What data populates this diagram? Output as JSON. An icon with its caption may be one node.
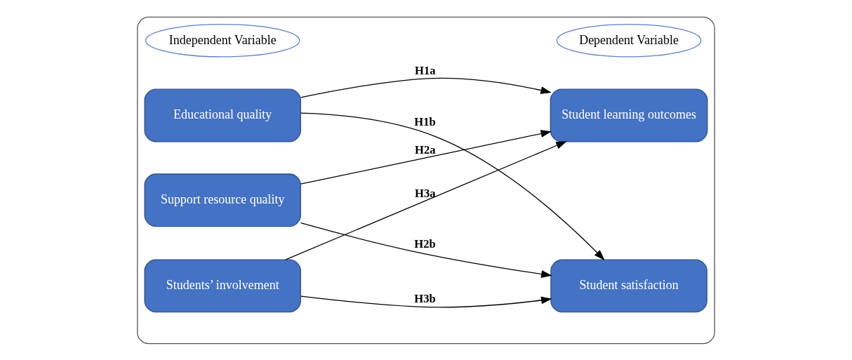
{
  "diagram": {
    "nodes": [
      {
        "text": [],
        "shape": "box"
      },
      {
        "text": [
          "Independent Variable"
        ],
        "in": 0
      },
      {
        "text": [
          "Dependent Variable"
        ],
        "in": 0
      },
      {
        "text": [
          "Educational quality"
        ],
        "in": 0
      },
      {
        "text": [
          "Support resource quality"
        ],
        "in": 0
      },
      {
        "text": [
          "Students’ involvement"
        ],
        "in": 0
      },
      {
        "text": [
          "Student learning outcomes"
        ],
        "in": 0
      },
      {
        "text": [
          "Student satisfaction"
        ],
        "in": 0
      }
    ],
    "edges": [
      {
        "from": 3,
        "to": 6,
        "arrow": "to",
        "label": "H1a"
      },
      {
        "from": 3,
        "to": 7,
        "arrow": "to",
        "label": "H1b"
      },
      {
        "from": 4,
        "to": 6,
        "arrow": "to",
        "label": "H2a"
      },
      {
        "from": 4,
        "to": 7,
        "arrow": "to",
        "label": "H2b"
      },
      {
        "from": 5,
        "to": 6,
        "arrow": "to",
        "label": "H3a"
      },
      {
        "from": 5,
        "to": 7,
        "arrow": "to",
        "label": "H3b"
      }
    ]
  }
}
